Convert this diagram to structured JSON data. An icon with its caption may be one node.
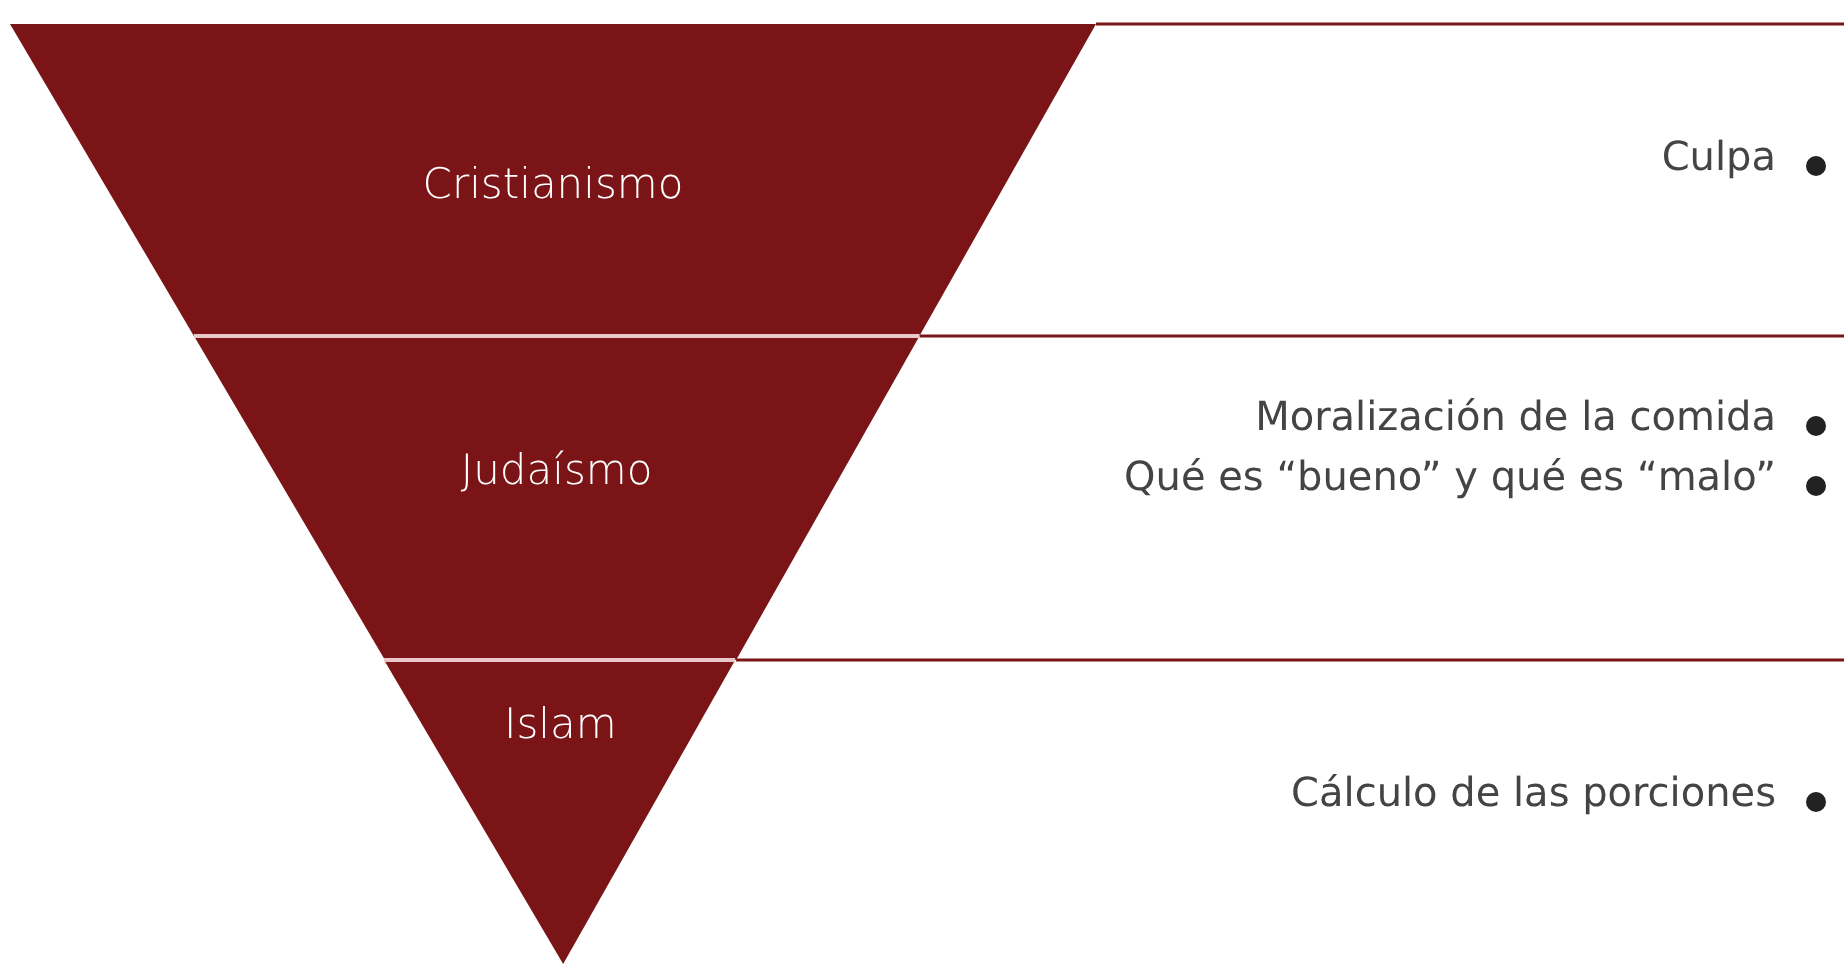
{
  "diagram": {
    "nodes": [
      {
        "text": [
          "Cristianismo"
        ]
      },
      {
        "text": [
          "Judaísmo"
        ]
      },
      {
        "text": [
          "Islam"
        ]
      }
    ],
    "labels": [
      "Culpa",
      "Moralización de la comida",
      "Qué es “bueno” y qué es “malo”",
      "Cálculo de las porciones"
    ]
  }
}
